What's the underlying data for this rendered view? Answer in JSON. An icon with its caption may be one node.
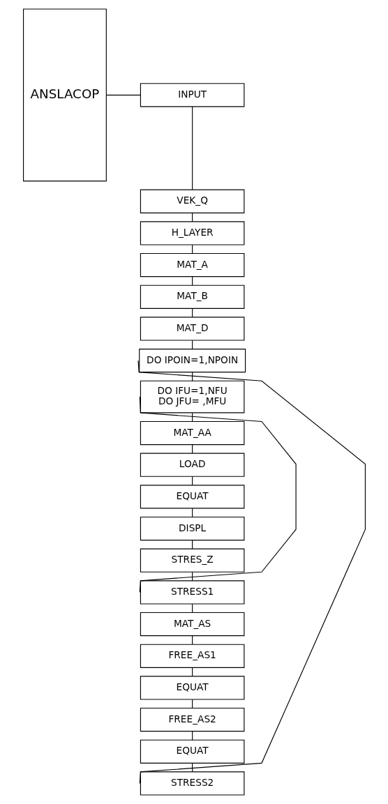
{
  "diagram": {
    "nodes": [
      {
        "text": [
          "ANSLACOP"
        ]
      },
      {
        "text": [
          "INPUT"
        ]
      },
      {
        "text": [
          "VEK_Q"
        ]
      },
      {
        "text": [
          "H_LAYER"
        ]
      },
      {
        "text": [
          "MAT_A"
        ]
      },
      {
        "text": [
          "MAT_B"
        ]
      },
      {
        "text": [
          "MAT_D"
        ]
      },
      {
        "text": [
          "DO IPOIN=1,NPOIN"
        ]
      },
      {
        "text": [
          "DO IFU=1,NFU",
          "DO JFU= ,MFU"
        ]
      },
      {
        "text": [
          "MAT_AA"
        ]
      },
      {
        "text": [
          "LOAD"
        ]
      },
      {
        "text": [
          "EQUAT"
        ]
      },
      {
        "text": [
          "DISPL"
        ]
      },
      {
        "text": [
          "STRES_Z"
        ]
      },
      {
        "text": [
          "STRESS1"
        ]
      },
      {
        "text": [
          "MAT_AS"
        ]
      },
      {
        "text": [
          "FREE_AS1"
        ]
      },
      {
        "text": [
          "EQUAT"
        ]
      },
      {
        "text": [
          "FREE_AS2"
        ]
      },
      {
        "text": [
          "EQUAT"
        ]
      },
      {
        "text": [
          "STRESS2"
        ]
      }
    ],
    "edges": [
      {
        "from": 0,
        "to": 1,
        "arrow": "none"
      },
      {
        "from": 1,
        "to": 2,
        "arrow": "none"
      },
      {
        "from": 2,
        "to": 3,
        "arrow": "none"
      },
      {
        "from": 3,
        "to": 4,
        "arrow": "none"
      },
      {
        "from": 4,
        "to": 5,
        "arrow": "none"
      },
      {
        "from": 5,
        "to": 6,
        "arrow": "none"
      },
      {
        "from": 6,
        "to": 7,
        "arrow": "none"
      },
      {
        "from": 7,
        "to": 8,
        "arrow": "none"
      },
      {
        "from": 8,
        "to": 9,
        "arrow": "none"
      },
      {
        "from": 9,
        "to": 10,
        "arrow": "none"
      },
      {
        "from": 10,
        "to": 11,
        "arrow": "none"
      },
      {
        "from": 11,
        "to": 12,
        "arrow": "none"
      },
      {
        "from": 12,
        "to": 13,
        "arrow": "none"
      },
      {
        "from": 13,
        "to": 14,
        "arrow": "none"
      },
      {
        "from": 14,
        "to": 15,
        "arrow": "none"
      },
      {
        "from": 15,
        "to": 16,
        "arrow": "none"
      },
      {
        "from": 16,
        "to": 17,
        "arrow": "none"
      },
      {
        "from": 17,
        "to": 18,
        "arrow": "none"
      },
      {
        "from": 18,
        "to": 19,
        "arrow": "none"
      },
      {
        "from": 19,
        "to": 20,
        "arrow": "none"
      },
      {
        "from": 7,
        "to": 20,
        "arrow": "none"
      },
      {
        "from": 8,
        "to": 14,
        "arrow": "none"
      }
    ]
  }
}
